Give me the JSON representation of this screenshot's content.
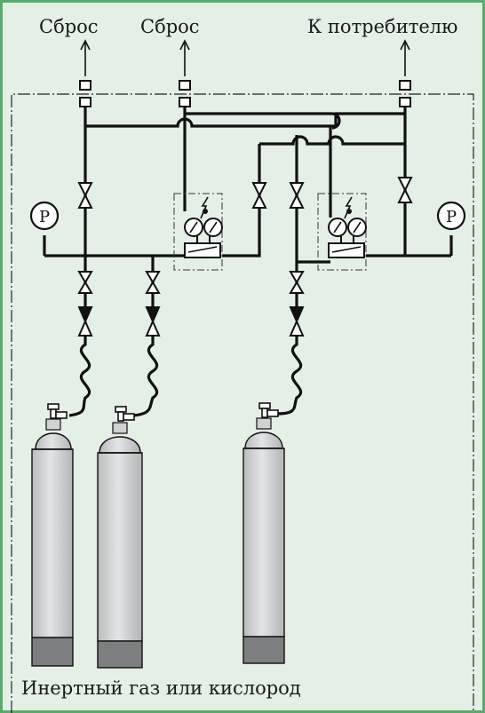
{
  "labels": {
    "vent_left": "Сброс",
    "vent_middle": "Сброс",
    "to_consumer": "К потребителю",
    "gas_type": "Инертный газ или кислород"
  },
  "gauge_letter": "P",
  "colors": {
    "background": "#e4efe6",
    "border": "#5aaa6e",
    "line": "#111111",
    "cylinder_body": "#d2d4d6",
    "cylinder_base": "#7c7e80"
  }
}
